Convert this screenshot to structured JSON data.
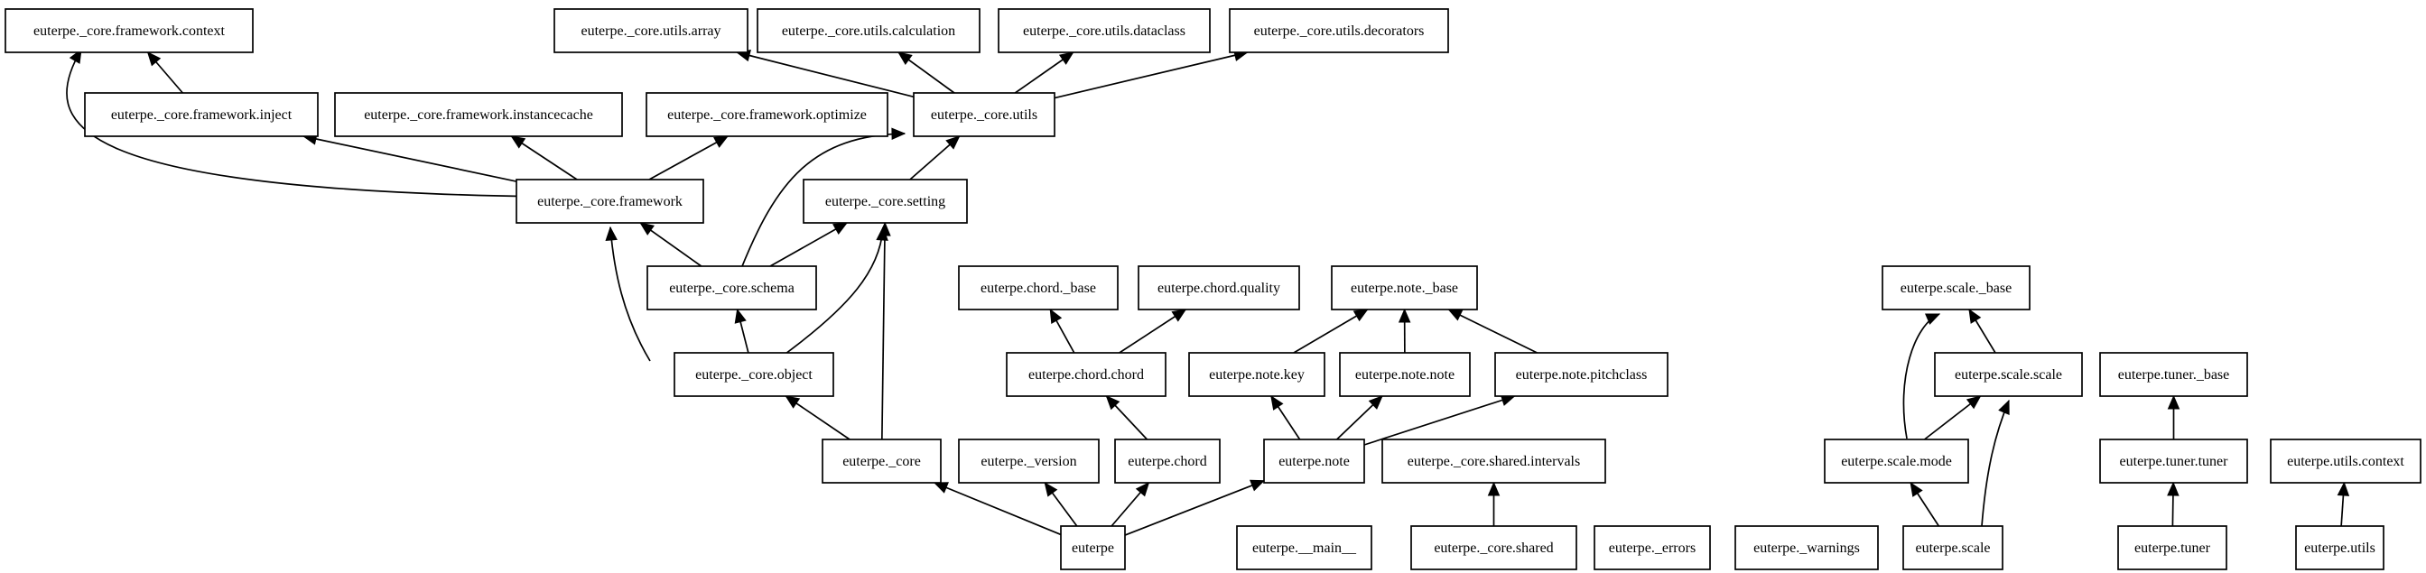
{
  "graph": {
    "nodes": [
      {
        "id": "fw_context",
        "label": "euterpe._core.framework.context"
      },
      {
        "id": "u_array",
        "label": "euterpe._core.utils.array"
      },
      {
        "id": "u_calc",
        "label": "euterpe._core.utils.calculation"
      },
      {
        "id": "u_dataclass",
        "label": "euterpe._core.utils.dataclass"
      },
      {
        "id": "u_decorators",
        "label": "euterpe._core.utils.decorators"
      },
      {
        "id": "fw_inject",
        "label": "euterpe._core.framework.inject"
      },
      {
        "id": "fw_instancecache",
        "label": "euterpe._core.framework.instancecache"
      },
      {
        "id": "fw_optimize",
        "label": "euterpe._core.framework.optimize"
      },
      {
        "id": "c_utils",
        "label": "euterpe._core.utils"
      },
      {
        "id": "c_framework",
        "label": "euterpe._core.framework"
      },
      {
        "id": "c_setting",
        "label": "euterpe._core.setting"
      },
      {
        "id": "c_schema",
        "label": "euterpe._core.schema"
      },
      {
        "id": "chord_base",
        "label": "euterpe.chord._base"
      },
      {
        "id": "chord_quality",
        "label": "euterpe.chord.quality"
      },
      {
        "id": "note_base",
        "label": "euterpe.note._base"
      },
      {
        "id": "scale_base",
        "label": "euterpe.scale._base"
      },
      {
        "id": "c_object",
        "label": "euterpe._core.object"
      },
      {
        "id": "chord_chord",
        "label": "euterpe.chord.chord"
      },
      {
        "id": "note_key",
        "label": "euterpe.note.key"
      },
      {
        "id": "note_note",
        "label": "euterpe.note.note"
      },
      {
        "id": "note_pitchclass",
        "label": "euterpe.note.pitchclass"
      },
      {
        "id": "scale_scale",
        "label": "euterpe.scale.scale"
      },
      {
        "id": "tuner_base",
        "label": "euterpe.tuner._base"
      },
      {
        "id": "core",
        "label": "euterpe._core"
      },
      {
        "id": "version",
        "label": "euterpe._version"
      },
      {
        "id": "chord",
        "label": "euterpe.chord"
      },
      {
        "id": "note",
        "label": "euterpe.note"
      },
      {
        "id": "shared_intervals",
        "label": "euterpe._core.shared.intervals"
      },
      {
        "id": "scale_mode",
        "label": "euterpe.scale.mode"
      },
      {
        "id": "tuner_tuner",
        "label": "euterpe.tuner.tuner"
      },
      {
        "id": "utils_context",
        "label": "euterpe.utils.context"
      },
      {
        "id": "euterpe",
        "label": "euterpe"
      },
      {
        "id": "main",
        "label": "euterpe.__main__"
      },
      {
        "id": "shared",
        "label": "euterpe._core.shared"
      },
      {
        "id": "errors",
        "label": "euterpe._errors"
      },
      {
        "id": "warnings",
        "label": "euterpe._warnings"
      },
      {
        "id": "scale",
        "label": "euterpe.scale"
      },
      {
        "id": "tuner",
        "label": "euterpe.tuner"
      },
      {
        "id": "utils",
        "label": "euterpe.utils"
      }
    ],
    "edges": [
      [
        "fw_inject",
        "fw_context"
      ],
      [
        "c_framework",
        "fw_context"
      ],
      [
        "c_framework",
        "fw_inject"
      ],
      [
        "c_framework",
        "fw_instancecache"
      ],
      [
        "c_framework",
        "fw_optimize"
      ],
      [
        "c_utils",
        "u_array"
      ],
      [
        "c_utils",
        "u_calc"
      ],
      [
        "c_utils",
        "u_dataclass"
      ],
      [
        "c_utils",
        "u_decorators"
      ],
      [
        "c_setting",
        "c_utils"
      ],
      [
        "c_schema",
        "c_utils"
      ],
      [
        "c_schema",
        "c_framework"
      ],
      [
        "c_schema",
        "c_setting"
      ],
      [
        "c_object",
        "c_framework"
      ],
      [
        "c_object",
        "c_schema"
      ],
      [
        "c_object",
        "c_setting"
      ],
      [
        "core",
        "c_object"
      ],
      [
        "core",
        "c_setting"
      ],
      [
        "euterpe",
        "core"
      ],
      [
        "euterpe",
        "version"
      ],
      [
        "euterpe",
        "chord"
      ],
      [
        "euterpe",
        "note"
      ],
      [
        "chord",
        "chord_chord"
      ],
      [
        "chord_chord",
        "chord_base"
      ],
      [
        "chord_chord",
        "chord_quality"
      ],
      [
        "note",
        "note_key"
      ],
      [
        "note",
        "note_note"
      ],
      [
        "note",
        "note_pitchclass"
      ],
      [
        "note_key",
        "note_base"
      ],
      [
        "note_note",
        "note_base"
      ],
      [
        "note_pitchclass",
        "note_base"
      ],
      [
        "shared",
        "shared_intervals"
      ],
      [
        "scale",
        "scale_mode"
      ],
      [
        "scale",
        "scale_scale"
      ],
      [
        "scale_mode",
        "scale_base"
      ],
      [
        "scale_mode",
        "scale_scale"
      ],
      [
        "scale_scale",
        "scale_base"
      ],
      [
        "tuner",
        "tuner_tuner"
      ],
      [
        "tuner_tuner",
        "tuner_base"
      ],
      [
        "utils",
        "utils_context"
      ]
    ]
  }
}
